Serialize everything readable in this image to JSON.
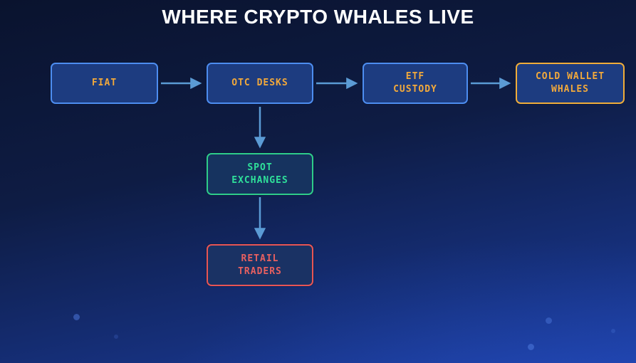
{
  "title": "WHERE CRYPTO WHALES LIVE",
  "colors": {
    "background_top": "#0a132e",
    "background_bottom": "#1e3fa4",
    "node_fill": "#1d3c80",
    "blue_border": "#4d8df0",
    "gold_accent": "#f0ad3a",
    "green_accent": "#2ecc8a",
    "red_accent": "#e85555",
    "arrow_color": "#5b9bd5",
    "title_text": "#ffffff"
  },
  "diagram": {
    "nodes": [
      {
        "id": "fiat",
        "lines": [
          "FIAT"
        ],
        "border_color": "#4d8df0",
        "text_color": "#f2a93b"
      },
      {
        "id": "otc-desks",
        "lines": [
          "OTC DESKS"
        ],
        "border_color": "#4d8df0",
        "text_color": "#f2a93b"
      },
      {
        "id": "etf-custody",
        "lines": [
          "ETF",
          "CUSTODY"
        ],
        "border_color": "#4d8df0",
        "text_color": "#f2a93b"
      },
      {
        "id": "cold-wallet-whales",
        "lines": [
          "COLD WALLET",
          "WHALES"
        ],
        "border_color": "#f0ad3a",
        "text_color": "#f2a93b"
      },
      {
        "id": "spot-exchanges",
        "lines": [
          "SPOT",
          "EXCHANGES"
        ],
        "border_color": "#2ecc8a",
        "text_color": "#2fe09a"
      },
      {
        "id": "retail-traders",
        "lines": [
          "RETAIL",
          "TRADERS"
        ],
        "border_color": "#e85555",
        "text_color": "#e86060"
      }
    ],
    "edges": [
      {
        "from": "fiat",
        "to": "otc-desks",
        "direction": "right"
      },
      {
        "from": "otc-desks",
        "to": "etf-custody",
        "direction": "right"
      },
      {
        "from": "etf-custody",
        "to": "cold-wallet-whales",
        "direction": "right"
      },
      {
        "from": "otc-desks",
        "to": "spot-exchanges",
        "direction": "down"
      },
      {
        "from": "spot-exchanges",
        "to": "retail-traders",
        "direction": "down"
      }
    ]
  }
}
